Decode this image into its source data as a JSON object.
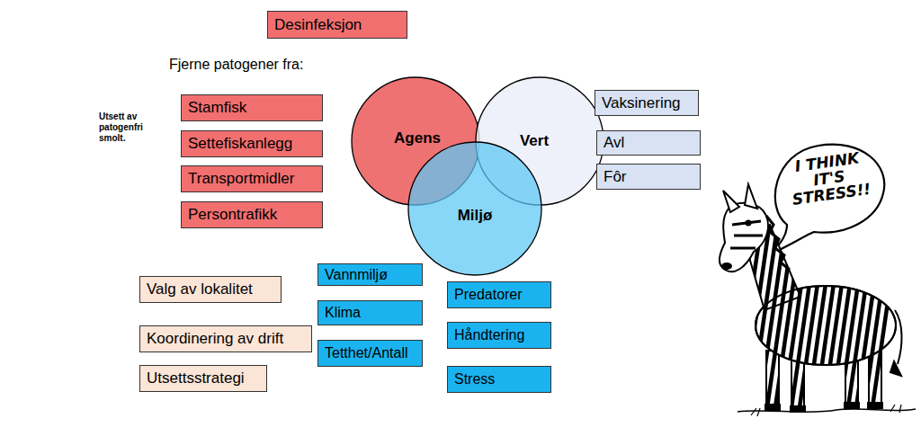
{
  "diagram": {
    "nodes": [
      {
        "text": [
          "Desinfeksjon"
        ]
      },
      {
        "text": [
          "Stamfisk"
        ]
      },
      {
        "text": [
          "Settefiskanlegg"
        ]
      },
      {
        "text": [
          "Transportmidler"
        ]
      },
      {
        "text": [
          "Persontrafikk"
        ]
      },
      {
        "text": [
          "Agens"
        ]
      },
      {
        "text": [
          "Vert"
        ]
      },
      {
        "text": [
          "Miljø"
        ]
      },
      {
        "text": [
          "Vaksinering"
        ]
      },
      {
        "text": [
          "Avl"
        ]
      },
      {
        "text": [
          "Fôr"
        ]
      },
      {
        "text": [
          "Valg av lokalitet"
        ]
      },
      {
        "text": [
          "Koordinering av drift"
        ]
      },
      {
        "text": [
          "Utsettsstrategi"
        ]
      },
      {
        "text": [
          "Vannmiljø"
        ]
      },
      {
        "text": [
          "Klima"
        ]
      },
      {
        "text": [
          "Tetthet/Antall"
        ]
      },
      {
        "text": [
          "Predatorer"
        ]
      },
      {
        "text": [
          "Håndtering"
        ]
      },
      {
        "text": [
          "Stress"
        ]
      }
    ],
    "labels": [
      "Fjerne patogener fra:",
      "Utsett av patogenfri smolt.",
      "I THINK IT'S STRESS!!"
    ]
  }
}
